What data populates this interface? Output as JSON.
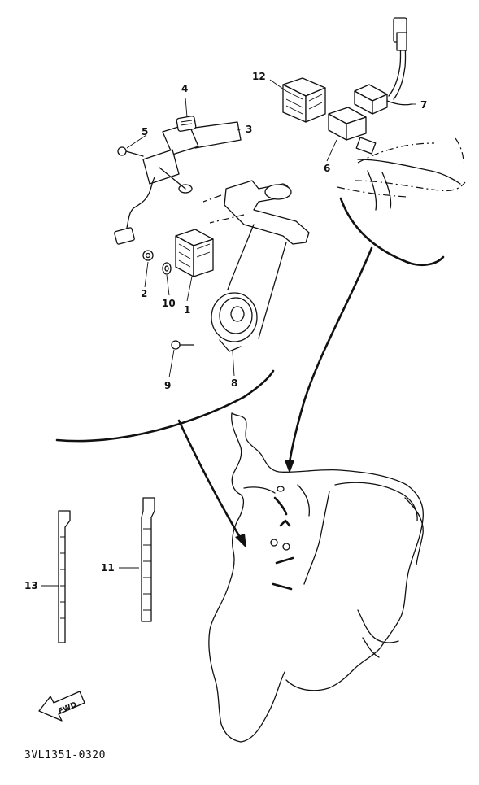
{
  "diagram": {
    "drawing_code": "3VL1351-0320",
    "fwd_label": "FWD",
    "callouts": [
      "1",
      "2",
      "3",
      "4",
      "5",
      "6",
      "7",
      "8",
      "9",
      "10",
      "11",
      "12",
      "13"
    ]
  }
}
